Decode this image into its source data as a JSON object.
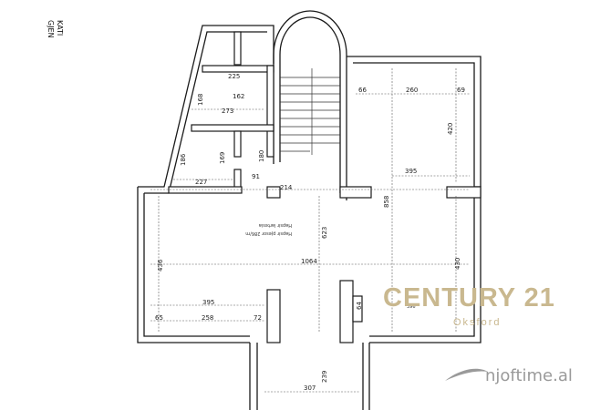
{
  "header": {
    "line1": "GJEN",
    "line2": "KATI"
  },
  "dimensions": {
    "d225": "225",
    "d162": "162",
    "d168": "168",
    "d273": "273",
    "d186": "186",
    "d169": "169",
    "d180": "180",
    "d91": "91",
    "d227": "227",
    "d214": "214",
    "d66": "66",
    "d260": "260",
    "d69": "69",
    "d420": "420",
    "d395_top": "395",
    "d858": "858",
    "d623": "623",
    "d436": "436",
    "d1064": "1064",
    "d430": "430",
    "d395_bottom": "395",
    "d65": "65",
    "d258": "258",
    "d72": "72",
    "d64": "64",
    "d239": "239",
    "d307": "307",
    "d396": "396"
  },
  "notes": {
    "line1": "Hapsir pjesor 286/m",
    "line2": "Hapsir lartesia"
  },
  "brand": {
    "name": "CENTURY 21",
    "office": "Oksford",
    "watermark": "njoftime.al"
  }
}
